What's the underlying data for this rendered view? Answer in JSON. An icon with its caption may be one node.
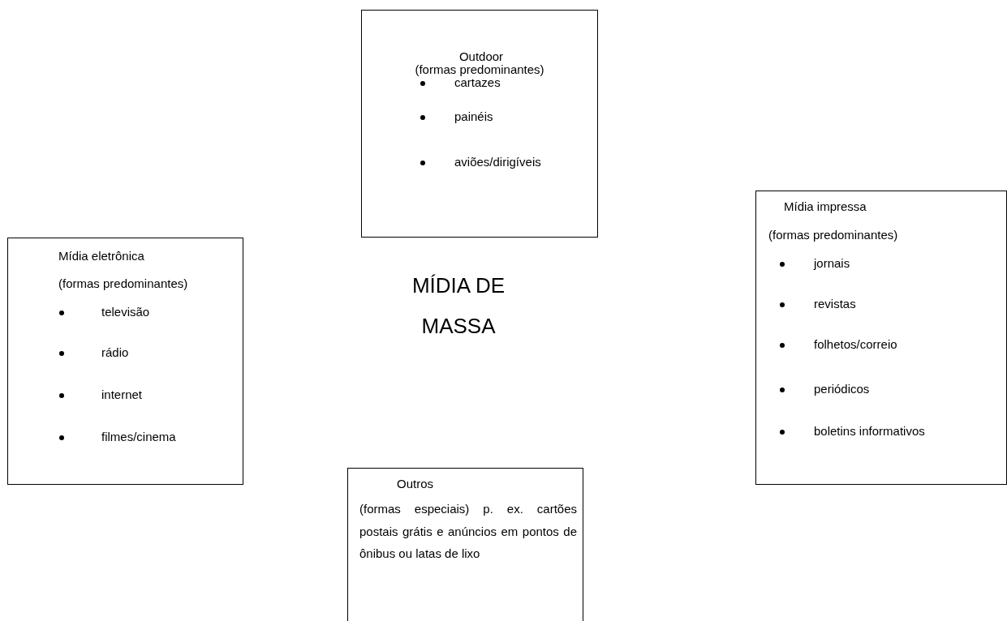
{
  "diagram": {
    "nodes": [
      {
        "text": [
          "Outdoor",
          "(formas predominantes)",
          "cartazes",
          "painéis",
          "aviões/dirigíveis"
        ]
      },
      {
        "text": [
          "Mídia impressa",
          "(formas predominantes)",
          "jornais",
          "revistas",
          "folhetos/correio",
          "periódicos",
          "boletins informativos"
        ]
      },
      {
        "text": [
          "Mídia eletrônica",
          "(formas predominantes)",
          "televisão",
          "rádio",
          "internet",
          "filmes/cinema"
        ]
      },
      {
        "text": [
          "Outros",
          "(formas especiais) p. ex. cartões postais grátis e anúncios em pontos de ônibus ou latas de lixo"
        ]
      }
    ],
    "labels": [
      "MÍDIA DE MASSA"
    ]
  }
}
